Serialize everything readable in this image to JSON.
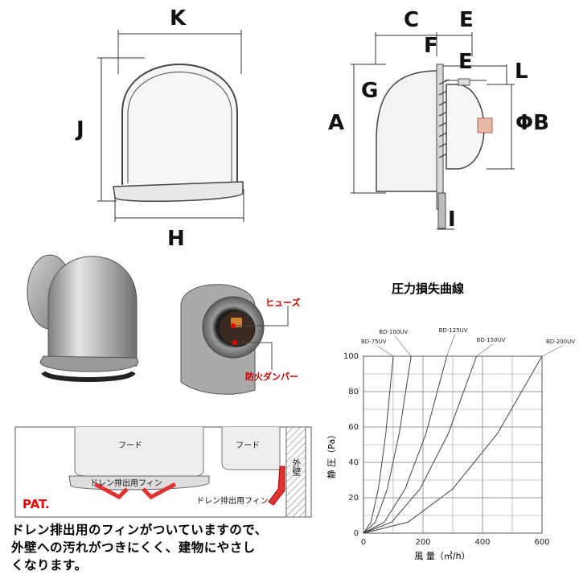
{
  "dimensions": {
    "K": "K",
    "J": "J",
    "H": "H",
    "C": "C",
    "E_top": "E",
    "F": "F",
    "E_inner": "E",
    "L": "L",
    "G": "G",
    "A": "A",
    "B": "ΦB",
    "I": "I"
  },
  "callouts": {
    "fuse": "ヒューズ",
    "fire_damper": "防火ダンパー"
  },
  "drain_diagram": {
    "hood_left": "フード",
    "hood_right": "フード",
    "fin_left": "ドレン排出用フィン",
    "fin_right": "ドレン排出用フィン",
    "wall": "外壁",
    "pat": "PAT."
  },
  "caption": {
    "line1": "ドレン排出用のフィンがついていますので、",
    "line2": "外壁への汚れがつきにくく、建物にやさし",
    "line3": "くなります。"
  },
  "chart_data": {
    "type": "line",
    "title": "圧力損失曲線",
    "xlabel": "風 量（㎥/h）",
    "ylabel": "静 圧（Pa）",
    "xlim": [
      0,
      600
    ],
    "ylim": [
      0,
      100
    ],
    "xticks": [
      0,
      200,
      400,
      600
    ],
    "yticks": [
      0,
      20,
      40,
      60,
      80,
      100
    ],
    "grid": true,
    "series": [
      {
        "name": "BD-75UV",
        "x": [
          0,
          25,
          50,
          75,
          100
        ],
        "y": [
          0,
          6.25,
          25,
          56.25,
          100
        ]
      },
      {
        "name": "BD-100UV",
        "x": [
          0,
          40,
          80,
          120,
          160
        ],
        "y": [
          0,
          6.25,
          25,
          56.25,
          100
        ]
      },
      {
        "name": "BD-125UV",
        "x": [
          0,
          70,
          140,
          210,
          280
        ],
        "y": [
          0,
          6.25,
          25,
          56.25,
          100
        ]
      },
      {
        "name": "BD-150UV",
        "x": [
          0,
          95,
          190,
          285,
          380
        ],
        "y": [
          0,
          6.25,
          25,
          56.25,
          100
        ]
      },
      {
        "name": "BD-200UV",
        "x": [
          0,
          150,
          300,
          450,
          600
        ],
        "y": [
          0,
          6.25,
          25,
          56.25,
          100
        ]
      }
    ]
  }
}
